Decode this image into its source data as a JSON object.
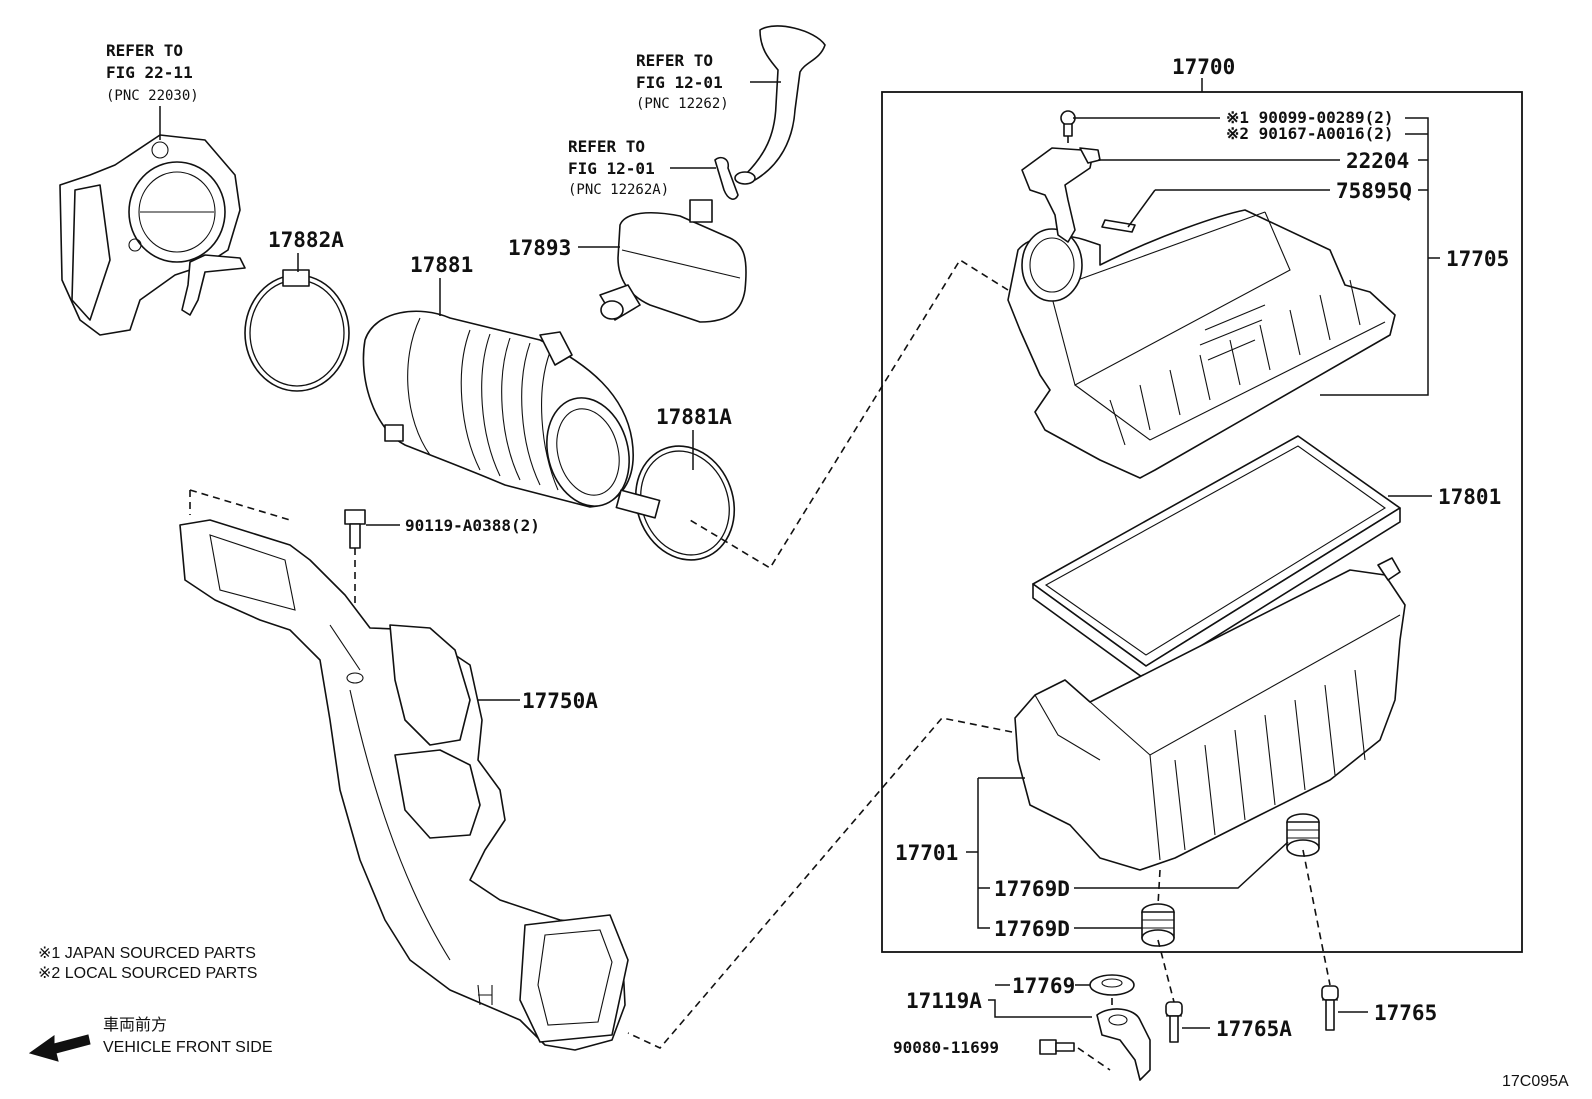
{
  "diagram_code": "17C095A",
  "refs": {
    "throttle": {
      "line1": "REFER TO",
      "line2": "FIG 22-11",
      "line3": "(PNC 22030)"
    },
    "hose_top": {
      "line1": "REFER TO",
      "line2": "FIG 12-01",
      "line3": "(PNC 12262)"
    },
    "hose_clip": {
      "line1": "REFER TO",
      "line2": "FIG 12-01",
      "line3": "(PNC 12262A)"
    }
  },
  "part_labels": {
    "p17700": "17700",
    "p90099": "※1 90099-00289(2)",
    "p90167": "※2 90167-A0016(2)",
    "p22204": "22204",
    "p75895q": "75895Q",
    "p17705": "17705",
    "p17801": "17801",
    "p17882a": "17882A",
    "p17881": "17881",
    "p17893": "17893",
    "p17881a": "17881A",
    "p90119": "90119-A0388(2)",
    "p17750a": "17750A",
    "p17701": "17701",
    "p17769d_1": "17769D",
    "p17769d_2": "17769D",
    "p17119a": "17119A",
    "p17769": "17769",
    "p90080": "90080-11699",
    "p17765a": "17765A",
    "p17765": "17765"
  },
  "notes": {
    "japan": "※1  JAPAN SOURCED PARTS",
    "local": "※2  LOCAL SOURCED PARTS",
    "front_jp": "車両前方",
    "front_en": "VEHICLE FRONT SIDE"
  }
}
